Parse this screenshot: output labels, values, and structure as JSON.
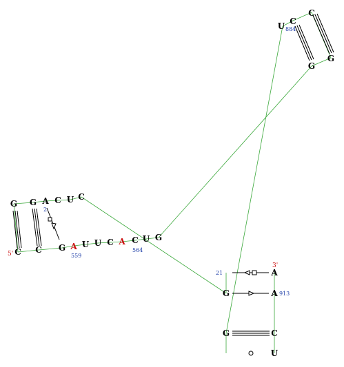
{
  "colors": {
    "backbone": "#3aa83a",
    "pair": "#000000",
    "normal_nt": "#000000",
    "highlight_nt": "#cc1111",
    "number": "#1f3fa8",
    "end_label": "#cc1111"
  },
  "nucleotides": [
    {
      "id": "n0",
      "letter": "C",
      "color": "normal"
    },
    {
      "id": "n1",
      "letter": "C",
      "color": "normal"
    },
    {
      "id": "n2",
      "letter": "G",
      "color": "normal"
    },
    {
      "id": "n3",
      "letter": "A",
      "color": "highlight"
    },
    {
      "id": "n4",
      "letter": "U",
      "color": "normal"
    },
    {
      "id": "n5",
      "letter": "U",
      "color": "normal"
    },
    {
      "id": "n6",
      "letter": "C",
      "color": "normal"
    },
    {
      "id": "n7",
      "letter": "A",
      "color": "highlight"
    },
    {
      "id": "n8",
      "letter": "C",
      "color": "normal"
    },
    {
      "id": "n9",
      "letter": "U",
      "color": "normal"
    },
    {
      "id": "n10",
      "letter": "G",
      "color": "normal"
    },
    {
      "id": "n11",
      "letter": "U",
      "color": "normal"
    },
    {
      "id": "n12",
      "letter": "C",
      "color": "normal"
    },
    {
      "id": "n13",
      "letter": "C",
      "color": "normal"
    },
    {
      "id": "n14",
      "letter": "G",
      "color": "normal"
    },
    {
      "id": "n15",
      "letter": "G",
      "color": "normal"
    },
    {
      "id": "n16",
      "letter": "C",
      "color": "normal"
    },
    {
      "id": "n17",
      "letter": "U",
      "color": "normal"
    },
    {
      "id": "n18",
      "letter": "C",
      "color": "normal"
    },
    {
      "id": "n19",
      "letter": "A",
      "color": "normal"
    },
    {
      "id": "n20",
      "letter": "G",
      "color": "normal"
    },
    {
      "id": "n21",
      "letter": "G",
      "color": "normal"
    },
    {
      "id": "n22",
      "letter": "G",
      "color": "normal"
    },
    {
      "id": "n23",
      "letter": "G",
      "color": "normal"
    },
    {
      "id": "n24",
      "letter": "U",
      "color": "normal"
    },
    {
      "id": "n25",
      "letter": "C",
      "color": "normal"
    },
    {
      "id": "n26",
      "letter": "A",
      "color": "normal"
    },
    {
      "id": "n27",
      "letter": "A",
      "color": "normal"
    }
  ],
  "labels": {
    "five_prime": "5'",
    "three_prime": "3'",
    "num_559": "559",
    "num_564": "564",
    "num_884": "884",
    "num_913": "913",
    "num_21": "21",
    "num_2x": "2"
  }
}
